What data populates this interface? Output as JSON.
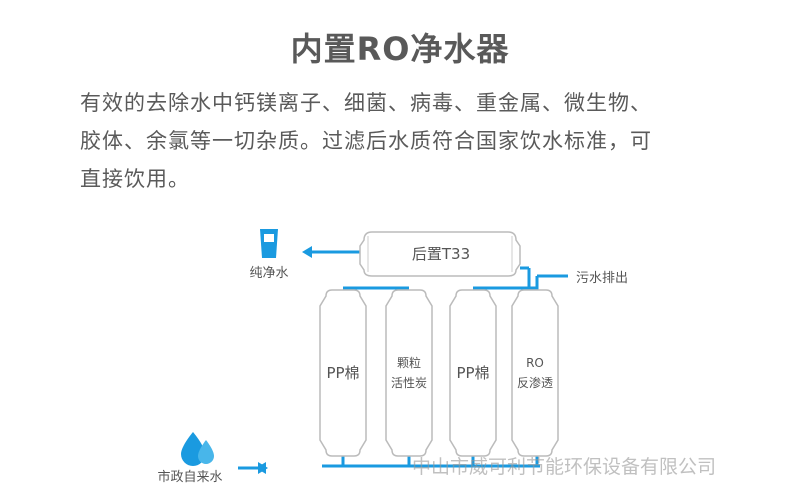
{
  "title": "内置RO净水器",
  "description": [
    "有效的去除水中钙镁离子、细菌、病毒、重金属、微生物、",
    "胶体、余氯等一切杂质。过滤后水质符合国家饮水标准，可",
    "直接饮用。"
  ],
  "diagram": {
    "post_filter": "后置T33",
    "pure_water": "纯净水",
    "waste_water": "污水排出",
    "tap_water": "市政自来水",
    "filters": [
      {
        "line1": "PP棉",
        "line2": ""
      },
      {
        "line1": "颗粒",
        "line2": "活性炭"
      },
      {
        "line1": "PP棉",
        "line2": ""
      },
      {
        "line1": "RO",
        "line2": "反渗透"
      }
    ]
  },
  "watermark": "中山市威可利节能环保设备有限公司",
  "colors": {
    "pipe": "#1a9ae0",
    "outline": "#bbbbbb",
    "text": "#555555"
  },
  "icons": [
    "cup-icon",
    "water-drops-icon"
  ]
}
